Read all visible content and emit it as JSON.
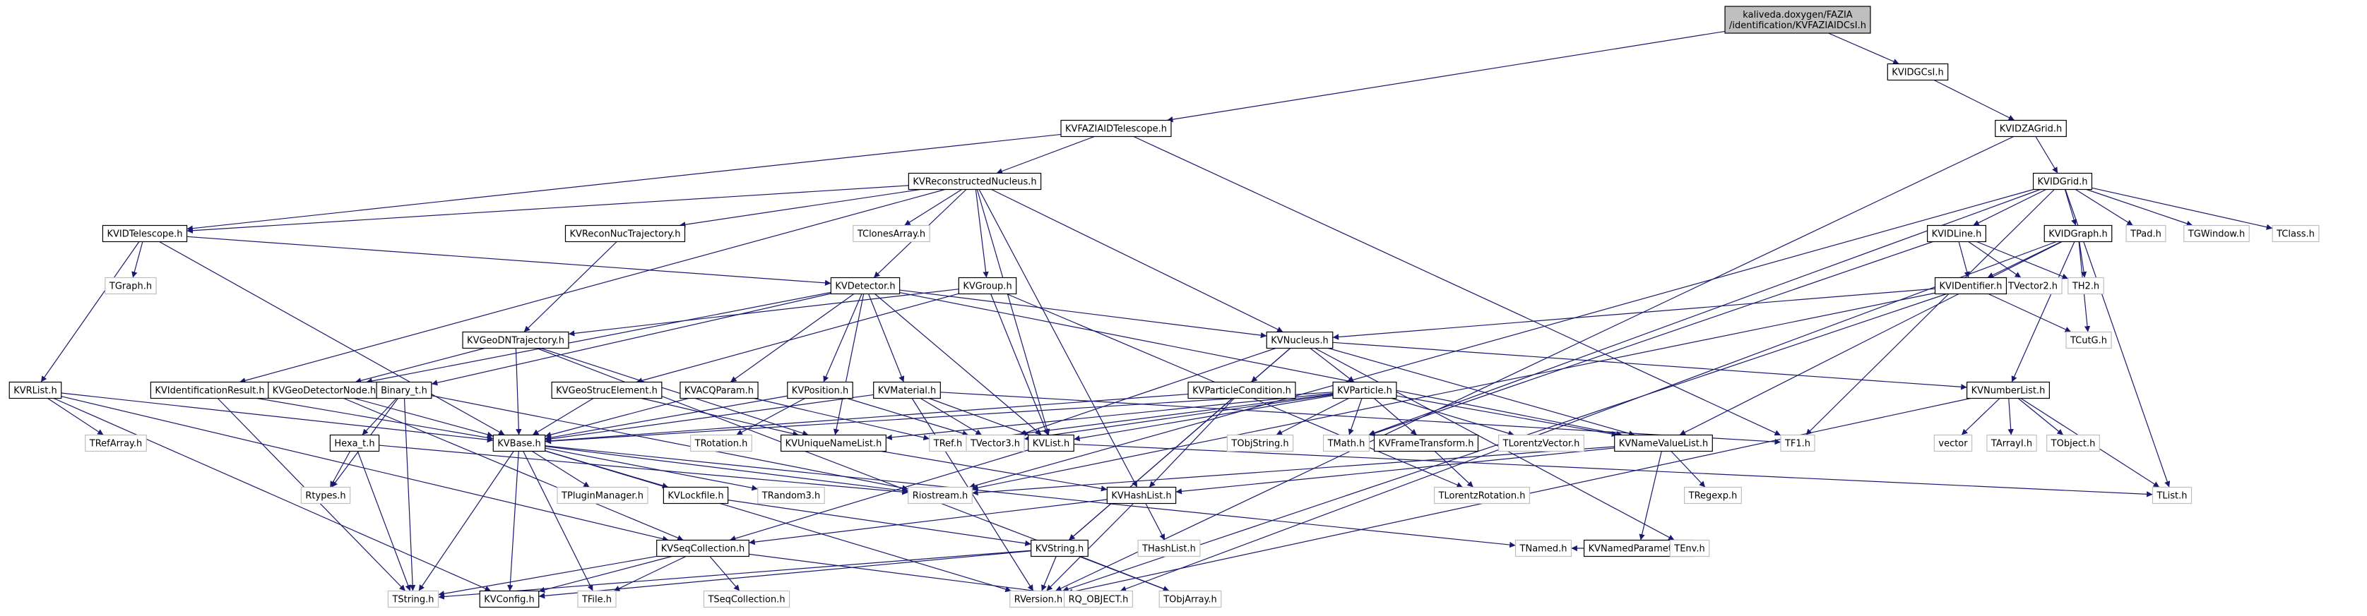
{
  "colors": {
    "edge": "#191970",
    "node_border": "#000000",
    "external_border": "#bfbfbf",
    "root_fill": "#bfbfbf",
    "background": "#ffffff"
  },
  "graph": {
    "root": "kaliveda.doxygen/FAZIA/identification/KVFAZIAIDCsI.h",
    "nodes": [
      {
        "id": "root",
        "lines": [
          "kaliveda.doxygen/FAZIA",
          "/identification/KVFAZIAIDCsI.h"
        ],
        "kind": "root"
      },
      {
        "id": "KVIDGCsI",
        "lines": [
          "KVIDGCsI.h"
        ],
        "kind": "internal"
      },
      {
        "id": "KVFAZIAIDTelescope",
        "lines": [
          "KVFAZIAIDTelescope.h"
        ],
        "kind": "internal"
      },
      {
        "id": "KVIDZAGrid",
        "lines": [
          "KVIDZAGrid.h"
        ],
        "kind": "internal"
      },
      {
        "id": "KVReconstructedNucleus",
        "lines": [
          "KVReconstructedNucleus.h"
        ],
        "kind": "internal"
      },
      {
        "id": "KVIDGrid",
        "lines": [
          "KVIDGrid.h"
        ],
        "kind": "internal"
      },
      {
        "id": "KVIDTelescope",
        "lines": [
          "KVIDTelescope.h"
        ],
        "kind": "internal"
      },
      {
        "id": "KVReconNucTrajectory",
        "lines": [
          "KVReconNucTrajectory.h"
        ],
        "kind": "internal"
      },
      {
        "id": "TClonesArray",
        "lines": [
          "TClonesArray.h"
        ],
        "kind": "external"
      },
      {
        "id": "KVIDLine",
        "lines": [
          "KVIDLine.h"
        ],
        "kind": "internal"
      },
      {
        "id": "KVIDGraph",
        "lines": [
          "KVIDGraph.h"
        ],
        "kind": "internal"
      },
      {
        "id": "TPad",
        "lines": [
          "TPad.h"
        ],
        "kind": "external"
      },
      {
        "id": "TGWindow",
        "lines": [
          "TGWindow.h"
        ],
        "kind": "external"
      },
      {
        "id": "TClass",
        "lines": [
          "TClass.h"
        ],
        "kind": "external"
      },
      {
        "id": "TGraph",
        "lines": [
          "TGraph.h"
        ],
        "kind": "external"
      },
      {
        "id": "KVDetector",
        "lines": [
          "KVDetector.h"
        ],
        "kind": "internal"
      },
      {
        "id": "KVGroup",
        "lines": [
          "KVGroup.h"
        ],
        "kind": "internal"
      },
      {
        "id": "TVector2",
        "lines": [
          "TVector2.h"
        ],
        "kind": "external"
      },
      {
        "id": "TH2",
        "lines": [
          "TH2.h"
        ],
        "kind": "external"
      },
      {
        "id": "KVIDentifier",
        "lines": [
          "KVIDentifier.h"
        ],
        "kind": "internal"
      },
      {
        "id": "KVGeoDNTrajectory",
        "lines": [
          "KVGeoDNTrajectory.h"
        ],
        "kind": "internal"
      },
      {
        "id": "KVNucleus",
        "lines": [
          "KVNucleus.h"
        ],
        "kind": "internal"
      },
      {
        "id": "TCutG",
        "lines": [
          "TCutG.h"
        ],
        "kind": "external"
      },
      {
        "id": "KVRList",
        "lines": [
          "KVRList.h"
        ],
        "kind": "internal"
      },
      {
        "id": "KVIdentificationResult",
        "lines": [
          "KVIdentificationResult.h"
        ],
        "kind": "internal"
      },
      {
        "id": "KVGeoDetectorNode",
        "lines": [
          "KVGeoDetectorNode.h"
        ],
        "kind": "internal"
      },
      {
        "id": "Binary_t",
        "lines": [
          "Binary_t.h"
        ],
        "kind": "internal"
      },
      {
        "id": "KVGeoStrucElement",
        "lines": [
          "KVGeoStrucElement.h"
        ],
        "kind": "internal"
      },
      {
        "id": "KVACQParam",
        "lines": [
          "KVACQParam.h"
        ],
        "kind": "internal"
      },
      {
        "id": "KVPosition",
        "lines": [
          "KVPosition.h"
        ],
        "kind": "internal"
      },
      {
        "id": "KVMaterial",
        "lines": [
          "KVMaterial.h"
        ],
        "kind": "internal"
      },
      {
        "id": "KVParticleCondition",
        "lines": [
          "KVParticleCondition.h"
        ],
        "kind": "internal"
      },
      {
        "id": "KVParticle",
        "lines": [
          "KVParticle.h"
        ],
        "kind": "internal"
      },
      {
        "id": "KVNumberList",
        "lines": [
          "KVNumberList.h"
        ],
        "kind": "internal"
      },
      {
        "id": "TRefArray",
        "lines": [
          "TRefArray.h"
        ],
        "kind": "external"
      },
      {
        "id": "Hexa_t",
        "lines": [
          "Hexa_t.h"
        ],
        "kind": "internal"
      },
      {
        "id": "KVBase",
        "lines": [
          "KVBase.h"
        ],
        "kind": "internal"
      },
      {
        "id": "TRotation",
        "lines": [
          "TRotation.h"
        ],
        "kind": "external"
      },
      {
        "id": "KVUniqueNameList",
        "lines": [
          "KVUniqueNameList.h"
        ],
        "kind": "internal"
      },
      {
        "id": "TRef",
        "lines": [
          "TRef.h"
        ],
        "kind": "external"
      },
      {
        "id": "TVector3",
        "lines": [
          "TVector3.h"
        ],
        "kind": "external"
      },
      {
        "id": "KVList",
        "lines": [
          "KVList.h"
        ],
        "kind": "internal"
      },
      {
        "id": "TObjString",
        "lines": [
          "TObjString.h"
        ],
        "kind": "external"
      },
      {
        "id": "TMath",
        "lines": [
          "TMath.h"
        ],
        "kind": "external"
      },
      {
        "id": "KVFrameTransform",
        "lines": [
          "KVFrameTransform.h"
        ],
        "kind": "internal"
      },
      {
        "id": "TLorentzVector",
        "lines": [
          "TLorentzVector.h"
        ],
        "kind": "external"
      },
      {
        "id": "KVNameValueList",
        "lines": [
          "KVNameValueList.h"
        ],
        "kind": "internal"
      },
      {
        "id": "TF1",
        "lines": [
          "TF1.h"
        ],
        "kind": "external"
      },
      {
        "id": "vector",
        "lines": [
          "vector"
        ],
        "kind": "external"
      },
      {
        "id": "TArrayI",
        "lines": [
          "TArrayI.h"
        ],
        "kind": "external"
      },
      {
        "id": "TObject",
        "lines": [
          "TObject.h"
        ],
        "kind": "external"
      },
      {
        "id": "Rtypes",
        "lines": [
          "Rtypes.h"
        ],
        "kind": "external"
      },
      {
        "id": "TPluginManager",
        "lines": [
          "TPluginManager.h"
        ],
        "kind": "external"
      },
      {
        "id": "KVLockfile",
        "lines": [
          "KVLockfile.h"
        ],
        "kind": "internal"
      },
      {
        "id": "TRandom3",
        "lines": [
          "TRandom3.h"
        ],
        "kind": "external"
      },
      {
        "id": "Riostream",
        "lines": [
          "Riostream.h"
        ],
        "kind": "external"
      },
      {
        "id": "KVHashList",
        "lines": [
          "KVHashList.h"
        ],
        "kind": "internal"
      },
      {
        "id": "TLorentzRotation",
        "lines": [
          "TLorentzRotation.h"
        ],
        "kind": "external"
      },
      {
        "id": "TRegexp",
        "lines": [
          "TRegexp.h"
        ],
        "kind": "external"
      },
      {
        "id": "KVNamedParameter",
        "lines": [
          "KVNamedParameter.h"
        ],
        "kind": "internal"
      },
      {
        "id": "TList",
        "lines": [
          "TList.h"
        ],
        "kind": "external"
      },
      {
        "id": "KVSeqCollection",
        "lines": [
          "KVSeqCollection.h"
        ],
        "kind": "internal"
      },
      {
        "id": "THashList",
        "lines": [
          "THashList.h"
        ],
        "kind": "external"
      },
      {
        "id": "KVString",
        "lines": [
          "KVString.h"
        ],
        "kind": "internal"
      },
      {
        "id": "TNamed",
        "lines": [
          "TNamed.h"
        ],
        "kind": "external"
      },
      {
        "id": "TEnv",
        "lines": [
          "TEnv.h"
        ],
        "kind": "external"
      },
      {
        "id": "TString",
        "lines": [
          "TString.h"
        ],
        "kind": "external"
      },
      {
        "id": "KVConfig",
        "lines": [
          "KVConfig.h"
        ],
        "kind": "internal"
      },
      {
        "id": "TFile",
        "lines": [
          "TFile.h"
        ],
        "kind": "external"
      },
      {
        "id": "TSeqCollection",
        "lines": [
          "TSeqCollection.h"
        ],
        "kind": "external"
      },
      {
        "id": "RVersion",
        "lines": [
          "RVersion.h"
        ],
        "kind": "external"
      },
      {
        "id": "RQ_OBJECT",
        "lines": [
          "RQ_OBJECT.h"
        ],
        "kind": "external"
      },
      {
        "id": "TObjArray",
        "lines": [
          "TObjArray.h"
        ],
        "kind": "external"
      }
    ],
    "edges": [
      [
        "root",
        "KVIDGCsI"
      ],
      [
        "root",
        "KVFAZIAIDTelescope"
      ],
      [
        "KVIDGCsI",
        "KVIDZAGrid"
      ],
      [
        "KVFAZIAIDTelescope",
        "KVReconstructedNucleus"
      ],
      [
        "KVFAZIAIDTelescope",
        "KVIDTelescope"
      ],
      [
        "KVFAZIAIDTelescope",
        "TF1"
      ],
      [
        "KVIDZAGrid",
        "KVIDGrid"
      ],
      [
        "KVIDZAGrid",
        "RVersion"
      ],
      [
        "KVIDGrid",
        "KVIDLine"
      ],
      [
        "KVIDGrid",
        "KVIDGraph"
      ],
      [
        "KVIDGrid",
        "TPad"
      ],
      [
        "KVIDGrid",
        "TGWindow"
      ],
      [
        "KVIDGrid",
        "TClass"
      ],
      [
        "KVIDGrid",
        "TMath"
      ],
      [
        "KVIDGrid",
        "TF1"
      ],
      [
        "KVIDGrid",
        "Riostream"
      ],
      [
        "KVIDGrid",
        "TList"
      ],
      [
        "KVReconstructedNucleus",
        "KVIDTelescope"
      ],
      [
        "KVReconstructedNucleus",
        "KVReconNucTrajectory"
      ],
      [
        "KVReconstructedNucleus",
        "TClonesArray"
      ],
      [
        "KVReconstructedNucleus",
        "KVDetector"
      ],
      [
        "KVReconstructedNucleus",
        "KVGroup"
      ],
      [
        "KVReconstructedNucleus",
        "KVNucleus"
      ],
      [
        "KVReconstructedNucleus",
        "KVIdentificationResult"
      ],
      [
        "KVReconstructedNucleus",
        "KVList"
      ],
      [
        "KVReconstructedNucleus",
        "KVHashList"
      ],
      [
        "KVIDTelescope",
        "TGraph"
      ],
      [
        "KVIDTelescope",
        "KVDetector"
      ],
      [
        "KVIDTelescope",
        "KVRList"
      ],
      [
        "KVIDTelescope",
        "KVBase"
      ],
      [
        "KVReconNucTrajectory",
        "KVGeoDNTrajectory"
      ],
      [
        "KVIDLine",
        "TVector2"
      ],
      [
        "KVIDLine",
        "TH2"
      ],
      [
        "KVIDLine",
        "KVIDentifier"
      ],
      [
        "KVIDLine",
        "TMath"
      ],
      [
        "KVIDGraph",
        "TH2"
      ],
      [
        "KVIDGraph",
        "KVIDentifier"
      ],
      [
        "KVIDGraph",
        "TCutG"
      ],
      [
        "KVIDGraph",
        "KVNumberList"
      ],
      [
        "KVIDGraph",
        "KVNameValueList"
      ],
      [
        "KVIDGraph",
        "RQ_OBJECT"
      ],
      [
        "KVIDentifier",
        "KVNucleus"
      ],
      [
        "KVIDentifier",
        "TCutG"
      ],
      [
        "KVIDentifier",
        "RVersion"
      ],
      [
        "KVIDentifier",
        "Riostream"
      ],
      [
        "KVDetector",
        "KVGeoDetectorNode"
      ],
      [
        "KVDetector",
        "Binary_t"
      ],
      [
        "KVDetector",
        "KVACQParam"
      ],
      [
        "KVDetector",
        "KVPosition"
      ],
      [
        "KVDetector",
        "KVMaterial"
      ],
      [
        "KVDetector",
        "KVNucleus"
      ],
      [
        "KVDetector",
        "KVList"
      ],
      [
        "KVDetector",
        "KVUniqueNameList"
      ],
      [
        "KVDetector",
        "KVNameValueList"
      ],
      [
        "KVGroup",
        "KVGeoStrucElement"
      ],
      [
        "KVGroup",
        "KVGeoDNTrajectory"
      ],
      [
        "KVGroup",
        "KVList"
      ],
      [
        "KVGroup",
        "TLorentzRotation"
      ],
      [
        "KVGeoDNTrajectory",
        "KVGeoDetectorNode"
      ],
      [
        "KVGeoDNTrajectory",
        "KVBase"
      ],
      [
        "KVGeoDNTrajectory",
        "KVUniqueNameList"
      ],
      [
        "KVGeoDNTrajectory",
        "TObjArray"
      ],
      [
        "KVNucleus",
        "KVParticle"
      ],
      [
        "KVNucleus",
        "KVParticleCondition"
      ],
      [
        "KVNucleus",
        "KVNumberList"
      ],
      [
        "KVNucleus",
        "TVector3"
      ],
      [
        "KVNucleus",
        "KVNameValueList"
      ],
      [
        "KVNucleus",
        "KVString"
      ],
      [
        "KVNucleus",
        "TEnv"
      ],
      [
        "KVRList",
        "TRefArray"
      ],
      [
        "KVRList",
        "KVBase"
      ],
      [
        "KVRList",
        "KVConfig"
      ],
      [
        "KVRList",
        "KVSeqCollection"
      ],
      [
        "KVIdentificationResult",
        "KVBase"
      ],
      [
        "KVIdentificationResult",
        "TString"
      ],
      [
        "KVGeoDetectorNode",
        "KVBase"
      ],
      [
        "KVGeoDetectorNode",
        "KVSeqCollection"
      ],
      [
        "Binary_t",
        "Hexa_t"
      ],
      [
        "Binary_t",
        "Rtypes"
      ],
      [
        "Binary_t",
        "TString"
      ],
      [
        "Binary_t",
        "Riostream"
      ],
      [
        "KVGeoStrucElement",
        "KVBase"
      ],
      [
        "KVGeoStrucElement",
        "KVUniqueNameList"
      ],
      [
        "KVACQParam",
        "KVBase"
      ],
      [
        "KVACQParam",
        "TRef"
      ],
      [
        "KVPosition",
        "KVBase"
      ],
      [
        "KVPosition",
        "TRotation"
      ],
      [
        "KVPosition",
        "TVector3"
      ],
      [
        "KVMaterial",
        "KVBase"
      ],
      [
        "KVMaterial",
        "TVector3"
      ],
      [
        "KVMaterial",
        "KVList"
      ],
      [
        "KVMaterial",
        "TF1"
      ],
      [
        "KVMaterial",
        "RVersion"
      ],
      [
        "KVParticleCondition",
        "KVBase"
      ],
      [
        "KVParticleCondition",
        "KVHashList"
      ],
      [
        "KVParticleCondition",
        "KVString"
      ],
      [
        "KVParticle",
        "KVBase"
      ],
      [
        "KVParticle",
        "TVector3"
      ],
      [
        "KVParticle",
        "KVList"
      ],
      [
        "KVParticle",
        "TObjString"
      ],
      [
        "KVParticle",
        "TMath"
      ],
      [
        "KVParticle",
        "KVFrameTransform"
      ],
      [
        "KVParticle",
        "TLorentzVector"
      ],
      [
        "KVParticle",
        "KVNameValueList"
      ],
      [
        "KVParticle",
        "TRef"
      ],
      [
        "KVParticle",
        "KVUniqueNameList"
      ],
      [
        "KVNumberList",
        "vector"
      ],
      [
        "KVNumberList",
        "TArrayI"
      ],
      [
        "KVNumberList",
        "TObject"
      ],
      [
        "KVNumberList",
        "TList"
      ],
      [
        "KVNumberList",
        "RVersion"
      ],
      [
        "Hexa_t",
        "Rtypes"
      ],
      [
        "Hexa_t",
        "TString"
      ],
      [
        "Hexa_t",
        "Riostream"
      ],
      [
        "KVBase",
        "TPluginManager"
      ],
      [
        "KVBase",
        "KVLockfile"
      ],
      [
        "KVBase",
        "TRandom3"
      ],
      [
        "KVBase",
        "Riostream"
      ],
      [
        "KVBase",
        "TString"
      ],
      [
        "KVBase",
        "KVConfig"
      ],
      [
        "KVBase",
        "TFile"
      ],
      [
        "KVBase",
        "RVersion"
      ],
      [
        "KVBase",
        "TNamed"
      ],
      [
        "KVUniqueNameList",
        "KVHashList"
      ],
      [
        "KVList",
        "KVSeqCollection"
      ],
      [
        "KVList",
        "TList"
      ],
      [
        "KVFrameTransform",
        "TLorentzRotation"
      ],
      [
        "KVNameValueList",
        "KVNamedParameter"
      ],
      [
        "KVNameValueList",
        "TRegexp"
      ],
      [
        "KVNameValueList",
        "KVHashList"
      ],
      [
        "KVNameValueList",
        "Riostream"
      ],
      [
        "KVLockfile",
        "KVString"
      ],
      [
        "KVHashList",
        "KVSeqCollection"
      ],
      [
        "KVHashList",
        "THashList"
      ],
      [
        "KVHashList",
        "RVersion"
      ],
      [
        "KVNamedParameter",
        "TNamed"
      ],
      [
        "KVNamedParameter",
        "TEnv"
      ],
      [
        "KVSeqCollection",
        "TSeqCollection"
      ],
      [
        "KVSeqCollection",
        "RQ_OBJECT"
      ],
      [
        "KVSeqCollection",
        "KVConfig"
      ],
      [
        "KVSeqCollection",
        "TFile"
      ],
      [
        "KVSeqCollection",
        "TString"
      ],
      [
        "KVString",
        "TString"
      ],
      [
        "KVString",
        "KVConfig"
      ],
      [
        "KVString",
        "RVersion"
      ],
      [
        "KVString",
        "TObjArray"
      ]
    ]
  }
}
